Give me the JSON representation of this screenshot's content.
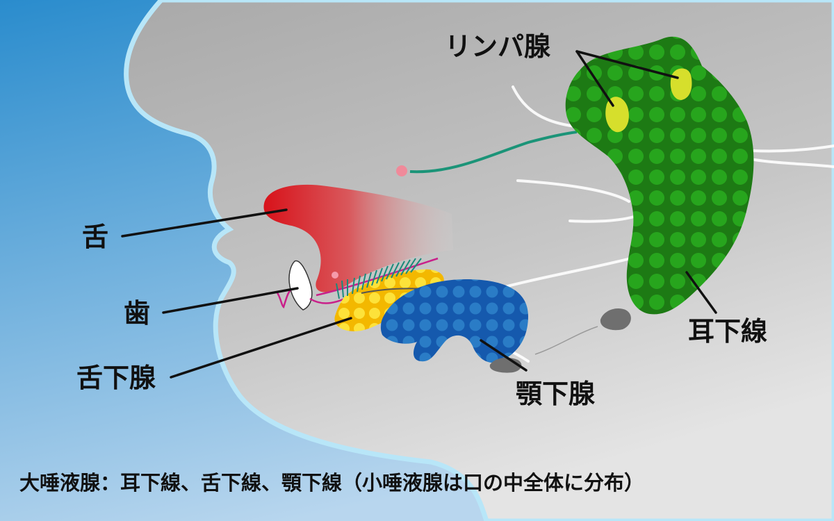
{
  "labels": {
    "lymph": "リンパ腺",
    "tongue": "舌",
    "tooth": "歯",
    "sublingual": "舌下腺",
    "submandibular": "顎下腺",
    "parotid": "耳下線"
  },
  "caption": "大唾液腺：耳下線、舌下線、顎下線（小唾液腺は口の中全体に分布）",
  "colors": {
    "background_blue": "#2b8fd0",
    "face_gray": "#b4b4b4",
    "tongue_red": "#d8141c",
    "sublingual_yellow": "#f5c400",
    "submandibular_blue": "#1560b0",
    "parotid_green": "#1a7a12",
    "lymph_yellow": "#d8e02a"
  }
}
